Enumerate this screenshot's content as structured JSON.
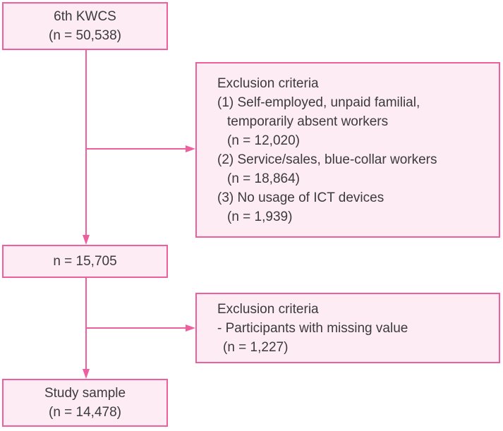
{
  "colors": {
    "line": "#ee5f9e",
    "box_border": "#ee5f9e",
    "box_fill": "#fdecf4",
    "text": "#3b3b3b",
    "background": "#ffffff"
  },
  "flowchart": {
    "source_box": {
      "line1": "6th KWCS",
      "line2": "(n = 50,538)"
    },
    "exclusion_box_1": {
      "lines": [
        "Exclusion criteria",
        "(1) Self-employed, unpaid familial,",
        "temporarily absent workers",
        "(n = 12,020)",
        "(2) Service/sales, blue-collar workers",
        "(n = 18,864)",
        "(3) No usage of ICT devices",
        "(n = 1,939)"
      ]
    },
    "interim_box": {
      "line1": "n = 15,705"
    },
    "exclusion_box_2": {
      "lines": [
        "Exclusion criteria",
        "- Participants with missing value",
        "(n = 1,227)"
      ]
    },
    "final_box": {
      "line1": "Study sample",
      "line2": "(n = 14,478)"
    }
  }
}
